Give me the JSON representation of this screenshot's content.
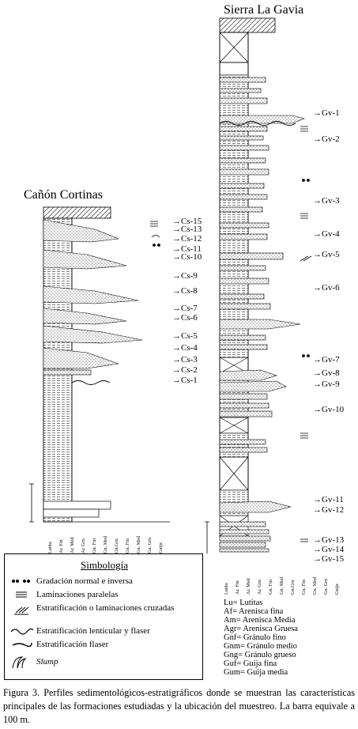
{
  "sierra": {
    "title": "Sierra La Gavia",
    "samples": [
      "Gv-1",
      "Gv-2",
      "Gv-3",
      "Gv-4",
      "Gv-5",
      "Gv-6",
      "Gv-7",
      "Gv-8",
      "Gv-9",
      "Gv-10",
      "Gv-11",
      "Gv-12",
      "Gv-13",
      "Gv-14",
      "Gv-15"
    ]
  },
  "canon": {
    "title": "Cañón Cortinas",
    "samples": [
      "Cs-15",
      "Cs-13",
      "Cs-12",
      "Cs-11",
      "Cs-10",
      "Cs-9",
      "Cs-8",
      "Cs-7",
      "Cs-6",
      "Cs-5",
      "Cs-4",
      "Cs-3",
      "Cs-2",
      "Cs-1"
    ]
  },
  "grain_labels": [
    "Lutita",
    "Ar. Fin",
    "Ar. Med",
    "Ar. Gru",
    "Gn. Fin",
    "Gn. Med",
    "Gn.Gru",
    "Gu. Fin",
    "Gu. Med",
    "Gu. Gru",
    "Guija"
  ],
  "legend": {
    "title": "Simbología",
    "items": [
      "Gradación normal e inversa",
      "Laminaciones paralelas",
      "Estratificación o laminaciones cruzadas",
      "Estratificación lenticular y flaser",
      "Estratificación flaser",
      "Slump"
    ]
  },
  "abbreviations": [
    "Lu= Lutitas",
    "Af= Arenisca fina",
    "Am= Arenisca Media",
    "Agr= Arenisca Gruesa",
    "Gnf= Gránulo fino",
    "Gnm= Gránulo medio",
    "Gng= Gránulo grueso",
    "Guf= Guija fina",
    "Gum= Guija media"
  ],
  "caption": "Figura 3. Perfiles sedimentológicos-estratigráficos donde se muestran las características principales de las formaciones estudiadas y la ubicación del muestreo. La barra equivale a 100 m."
}
